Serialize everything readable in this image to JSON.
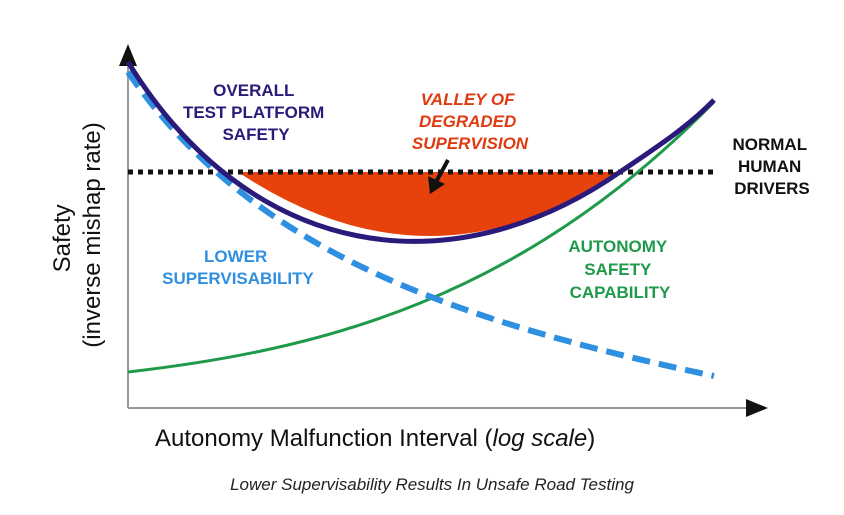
{
  "diagram": {
    "caption": "Lower Supervisability Results In Unsafe Road Testing",
    "x_axis": {
      "label_main": "Autonomy Malfunction Interval (",
      "label_italic": "log scale",
      "label_end": ")"
    },
    "y_axis": {
      "label_line1": "Safety",
      "label_line2": "(inverse mishap rate)"
    },
    "curves": {
      "overall": {
        "label_lines": [
          "OVERALL",
          "TEST PLATFORM",
          "SAFETY"
        ],
        "color": "#2a1a7a"
      },
      "lower_supervisability": {
        "label_lines": [
          "LOWER",
          "SUPERVISABILITY"
        ],
        "color": "#2f8fe0"
      },
      "autonomy": {
        "label_lines": [
          "AUTONOMY",
          "SAFETY",
          "CAPABILITY"
        ],
        "color": "#1f9a4a"
      },
      "normal_drivers": {
        "label_lines": [
          "NORMAL",
          "HUMAN",
          "DRIVERS"
        ],
        "color": "#111111"
      }
    },
    "valley": {
      "label_lines": [
        "VALLEY OF",
        "DEGRADED",
        "SUPERVISION"
      ],
      "fill_color": "#e8420c",
      "label_color": "#e03a10"
    }
  }
}
